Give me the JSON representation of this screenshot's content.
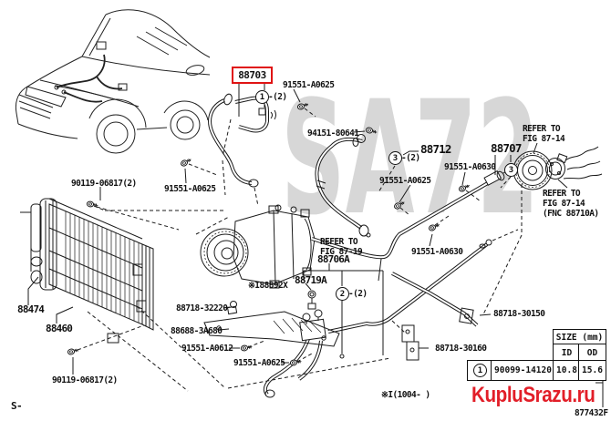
{
  "watermark": "SA72",
  "footer": {
    "logo": "KupluSrazu.ru",
    "drawing_code": "877432F",
    "page_mark": "S-",
    "production_note": "※I(1004-   )"
  },
  "labels": {
    "p88703": "88703",
    "p91551a0625": "91551-A0625",
    "p94151": "94151-80641",
    "p88712": "88712",
    "p91551a0630": "91551-A0630",
    "p88707": "88707",
    "p88706a": "88706A",
    "p88719a": "88719A",
    "p88892x": "※I88892X",
    "p8871832220": "88718-32220",
    "p886883a680": "88688-3A680",
    "p91551a0612": "91551-A0612",
    "p90119": "90119-06817(2)",
    "p88474": "88474",
    "p88460": "88460",
    "p8871830150": "88718-30150",
    "p8871830160": "88718-30160"
  },
  "refer_notes": {
    "fig8714": "REFER TO\nFIG 87-14",
    "fig8714_fnc": "REFER TO\nFIG 87-14\n(FNC 88710A)",
    "fig8719": "REFER TO\nFIG 87-19"
  },
  "callout_numbers": {
    "one": "1",
    "two": "2",
    "three": "3",
    "qty_suffix": "-(2)"
  },
  "size_table": {
    "size_header": "SIZE (mm)",
    "id_header": "ID",
    "od_header": "OD",
    "rows": [
      {
        "ref_no": "1",
        "part_no": "90099-14120",
        "id_mm": "10.8",
        "od_mm": "15.6"
      }
    ]
  }
}
